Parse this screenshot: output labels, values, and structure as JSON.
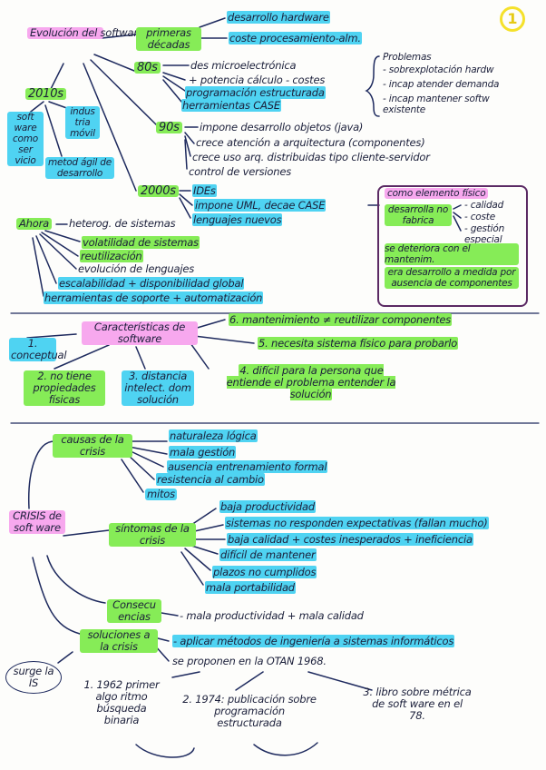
{
  "page_number": "1",
  "s1": {
    "title": "Evolución del software",
    "primeras": "primeras décadas",
    "primeras_items": [
      "desarrollo hardware",
      "coste procesamiento-alm."
    ],
    "d80": "80s",
    "d80_items": [
      "des microelectrónica",
      "+ potencia cálculo - costes",
      "programación estructurada",
      "herramientas CASE"
    ],
    "problemas_title": "Problemas",
    "problemas": [
      "- sobrexplotación hardw",
      "- incap atender demanda",
      "- incap mantener softw existente"
    ],
    "d90": "90s",
    "d90_items": [
      "impone desarrollo objetos (java)",
      "crece atención a arquitectura (componentes)",
      "crece uso arq. distribuidas tipo cliente-servidor",
      "control de versiones"
    ],
    "d2000": "2000s",
    "d2000_items": [
      "IDEs",
      "impone UML, decae CASE",
      "lenguajes nuevos"
    ],
    "d2010": "2010s",
    "d2010_items": [
      "soft ware como ser vicio",
      "indus tria móvil",
      "metod ágil de desarrollo"
    ],
    "ahora": "Ahora",
    "ahora_items": [
      "heterog. de sistemas",
      "volatilidad de sistemas",
      "reutilización",
      "evolución de lenguajes",
      "escalabilidad + disponibilidad global",
      "herramientas de soporte + automatización"
    ],
    "fisico_title": "como elemento físico",
    "fisico_items": [
      "desarrolla no fabrica",
      "se deteriora con el mantenim.",
      "era desarrollo a medida por ausencia de componentes"
    ],
    "fisico_sub": [
      "- calidad",
      "- coste",
      "- gestión especial"
    ]
  },
  "s2": {
    "title": "Características de software",
    "items": [
      "1. conceptual",
      "2. no tiene propiedades físicas",
      "3. distancia intelect. dom solución",
      "4. difícil para la persona que entiende el problema entender la solución",
      "5. necesita sistema físico para probarlo",
      "6. mantenimiento ≠ reutilizar componentes"
    ]
  },
  "s3": {
    "crisis": "CRISIS de soft ware",
    "causas": "causas de la crisis",
    "causas_items": [
      "naturaleza lógica",
      "mala gestión",
      "ausencia entrenamiento formal",
      "resistencia al cambio",
      "mitos"
    ],
    "sintomas": "síntomas de la crisis",
    "sintomas_items": [
      "baja productividad",
      "sistemas no responden expectativas (fallan mucho)",
      "baja calidad + costes inesperados + ineficiencia",
      "difícil de mantener",
      "plazos no cumplidos",
      "mala portabilidad"
    ],
    "consecuencias": "Consecu encias",
    "consecuencias_text": "- mala productividad + mala calidad",
    "soluciones": "soluciones a la crisis",
    "soluciones_items": [
      "- aplicar métodos de ingeniería a sistemas informáticos",
      "se proponen en la OTAN 1968."
    ],
    "surge": "surge la IS",
    "timeline": [
      "1. 1962 primer algo ritmo búsqueda binaria",
      "2. 1974: publicación sobre programación estructurada",
      "3. libro sobre métrica de soft ware en el 78."
    ]
  }
}
